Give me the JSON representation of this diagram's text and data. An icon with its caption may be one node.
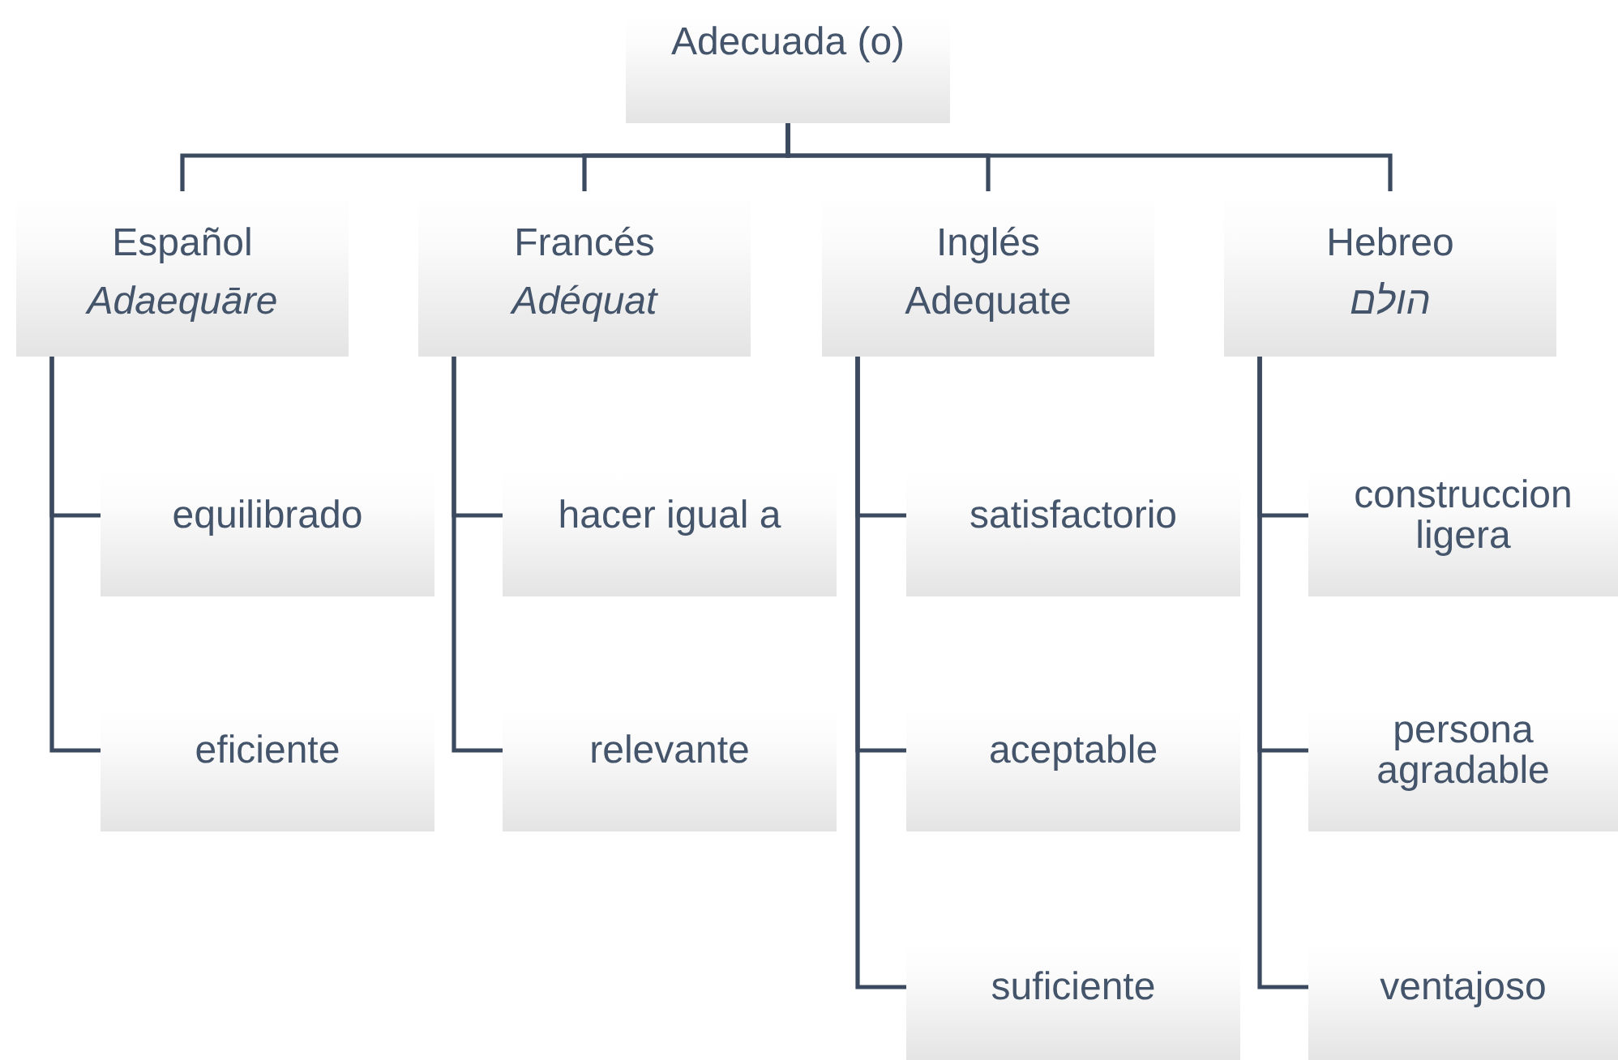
{
  "diagram": {
    "nodes": [
      {
        "text": [
          "Adecuada (o)"
        ]
      },
      {
        "text": [
          "Español",
          "Adaequāre"
        ]
      },
      {
        "text": [
          "equilibrado"
        ]
      },
      {
        "text": [
          "eficiente"
        ]
      },
      {
        "text": [
          "Francés",
          "Adéquat"
        ]
      },
      {
        "text": [
          "hacer igual a"
        ]
      },
      {
        "text": [
          "relevante"
        ]
      },
      {
        "text": [
          "Inglés",
          "Adequate"
        ]
      },
      {
        "text": [
          "satisfactorio"
        ]
      },
      {
        "text": [
          "aceptable"
        ]
      },
      {
        "text": [
          "suficiente"
        ]
      },
      {
        "text": [
          "Hebreo",
          "הולם"
        ]
      },
      {
        "text": [
          "construccion ligera"
        ]
      },
      {
        "text": [
          "persona agradable"
        ]
      },
      {
        "text": [
          "ventajoso"
        ]
      }
    ],
    "edges": [
      {
        "from": 0,
        "to": 1,
        "arrow": "none"
      },
      {
        "from": 0,
        "to": 4,
        "arrow": "none"
      },
      {
        "from": 0,
        "to": 7,
        "arrow": "none"
      },
      {
        "from": 0,
        "to": 11,
        "arrow": "none"
      },
      {
        "from": 1,
        "to": 2,
        "arrow": "none"
      },
      {
        "from": 1,
        "to": 3,
        "arrow": "none"
      },
      {
        "from": 4,
        "to": 5,
        "arrow": "none"
      },
      {
        "from": 4,
        "to": 6,
        "arrow": "none"
      },
      {
        "from": 7,
        "to": 8,
        "arrow": "none"
      },
      {
        "from": 7,
        "to": 9,
        "arrow": "none"
      },
      {
        "from": 7,
        "to": 10,
        "arrow": "none"
      },
      {
        "from": 11,
        "to": 12,
        "arrow": "none"
      },
      {
        "from": 11,
        "to": 13,
        "arrow": "none"
      },
      {
        "from": 11,
        "to": 14,
        "arrow": "none"
      }
    ]
  }
}
